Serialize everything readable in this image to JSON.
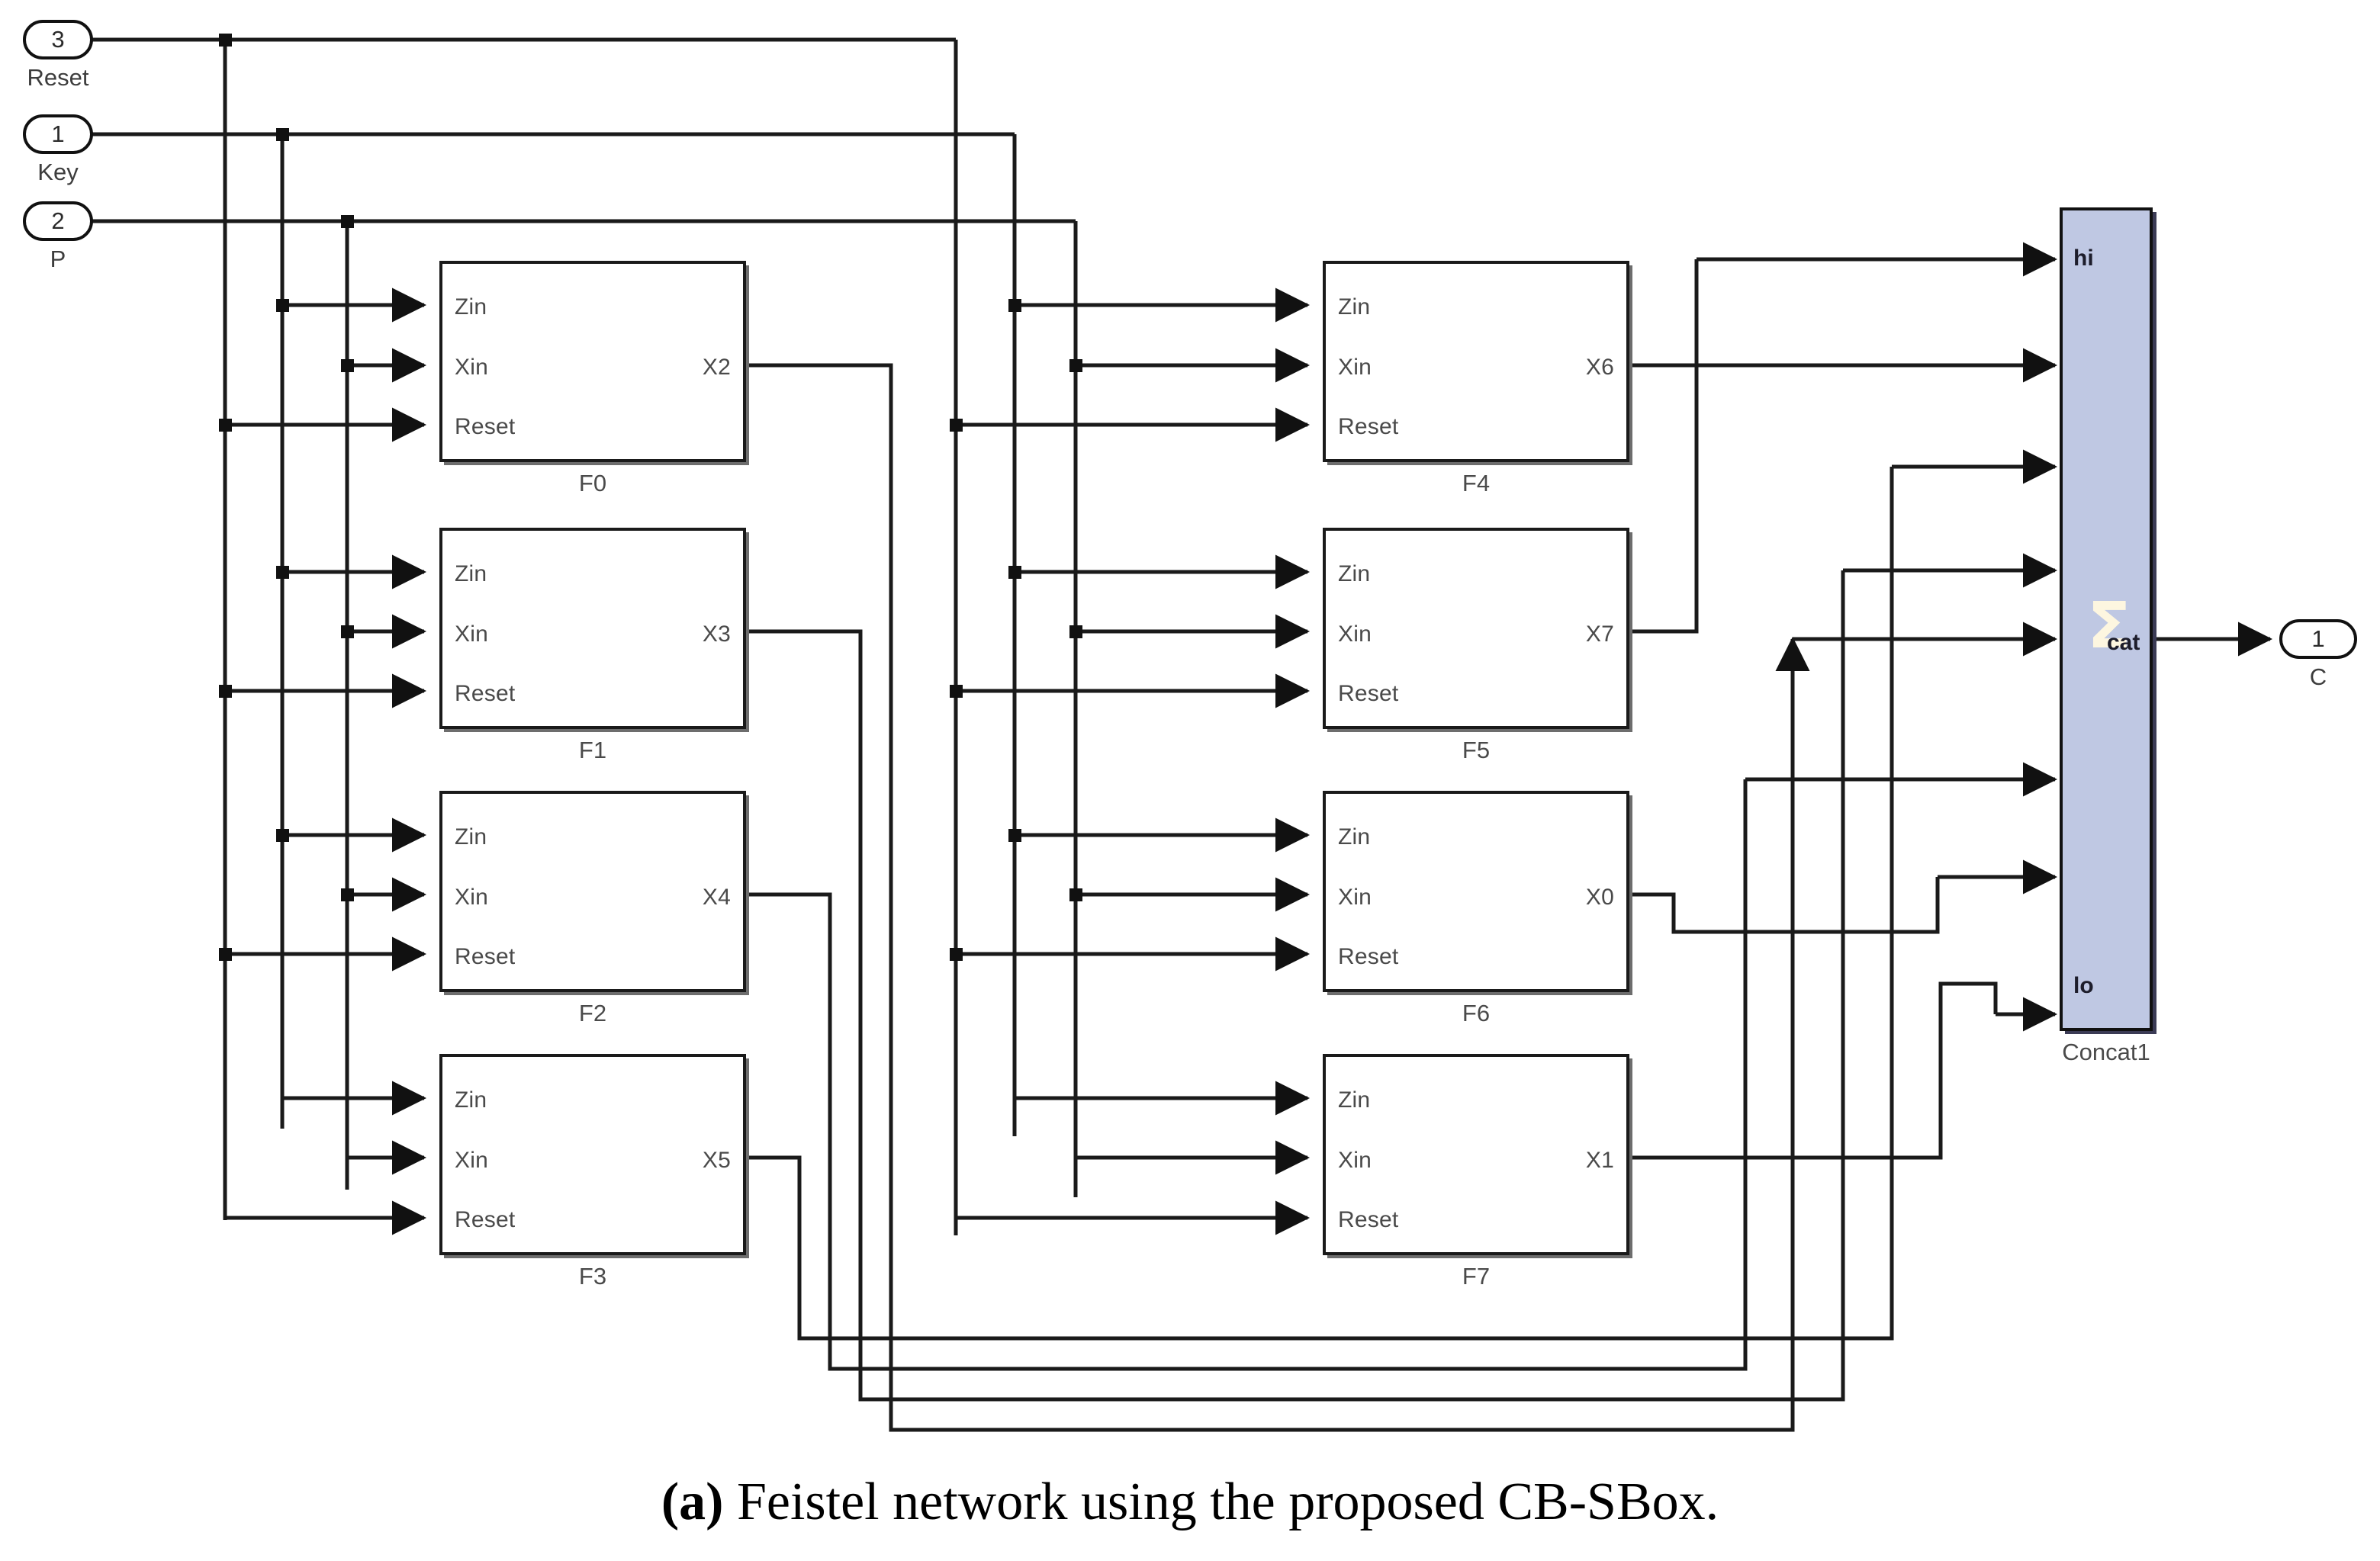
{
  "diagram": {
    "title": "Feistel network using the proposed CB-SBox",
    "caption_tag": "(a)",
    "caption_text": " Feistel network using the proposed CB-SBox.",
    "concat_fill": "#BFC8E3",
    "wire_color": "#1A1A1A",
    "block_label_color": "#4A4A4A"
  },
  "input_ports": [
    {
      "number": "3",
      "label": "Reset"
    },
    {
      "number": "1",
      "label": "Key"
    },
    {
      "number": "2",
      "label": "P"
    }
  ],
  "output_ports": [
    {
      "number": "1",
      "label": "C"
    }
  ],
  "pin_names": {
    "zin": "Zin",
    "xin": "Xin",
    "reset": "Reset"
  },
  "blocks": [
    {
      "name": "F0",
      "out": "X2",
      "in": [
        "Zin",
        "Xin",
        "Reset"
      ]
    },
    {
      "name": "F1",
      "out": "X3",
      "in": [
        "Zin",
        "Xin",
        "Reset"
      ]
    },
    {
      "name": "F2",
      "out": "X4",
      "in": [
        "Zin",
        "Xin",
        "Reset"
      ]
    },
    {
      "name": "F3",
      "out": "X5",
      "in": [
        "Zin",
        "Xin",
        "Reset"
      ]
    },
    {
      "name": "F4",
      "out": "X6",
      "in": [
        "Zin",
        "Xin",
        "Reset"
      ]
    },
    {
      "name": "F5",
      "out": "X7",
      "in": [
        "Zin",
        "Xin",
        "Reset"
      ]
    },
    {
      "name": "F6",
      "out": "X0",
      "in": [
        "Zin",
        "Xin",
        "Reset"
      ]
    },
    {
      "name": "F7",
      "out": "X1",
      "in": [
        "Zin",
        "Xin",
        "Reset"
      ]
    }
  ],
  "concat": {
    "name": "Concat1",
    "top_pin": "hi",
    "bottom_pin": "lo",
    "symbol": "cat",
    "input_count": 8
  }
}
